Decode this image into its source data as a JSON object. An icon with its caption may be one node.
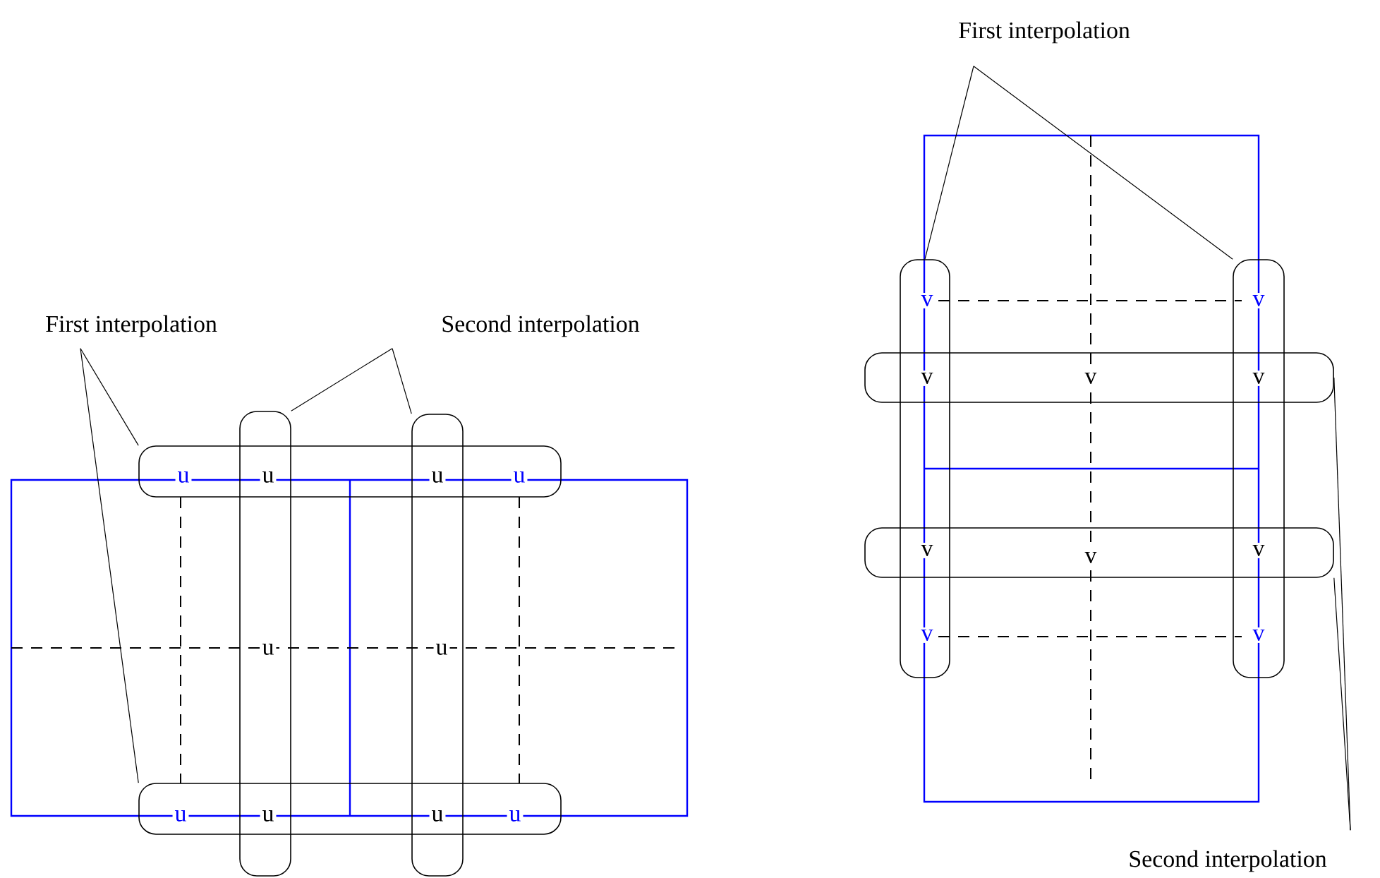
{
  "diagram": {
    "nodes": [
      {
        "text": [
          "First interpolation"
        ]
      },
      {
        "text": [
          "Second interpolation"
        ]
      },
      {
        "text": [],
        "shape": "box"
      },
      {
        "text": [],
        "shape": "box"
      },
      {
        "text": [],
        "shape": "box"
      },
      {
        "text": [],
        "shape": "box"
      },
      {
        "text": [
          "First interpolation"
        ]
      },
      {
        "text": [
          "Second interpolation"
        ]
      },
      {
        "text": [],
        "shape": "box"
      },
      {
        "text": [],
        "shape": "box"
      },
      {
        "text": [],
        "shape": "box"
      },
      {
        "text": [],
        "shape": "box"
      }
    ],
    "edges": [
      {
        "from": 0,
        "to": 2,
        "arrow": "none"
      },
      {
        "from": 0,
        "to": 3,
        "arrow": "none"
      },
      {
        "from": 1,
        "to": 4,
        "arrow": "none"
      },
      {
        "from": 1,
        "to": 5,
        "arrow": "none"
      },
      {
        "from": 6,
        "to": 8,
        "arrow": "none"
      },
      {
        "from": 6,
        "to": 9,
        "arrow": "none"
      },
      {
        "from": 7,
        "to": 11,
        "arrow": "none"
      },
      {
        "from": 7,
        "to": 10,
        "arrow": "none"
      }
    ],
    "labels": [
      "u",
      "u",
      "u",
      "u",
      "u",
      "u",
      "u",
      "u",
      "u",
      "u",
      "v",
      "v",
      "v",
      "v",
      "v",
      "v",
      "v",
      "v",
      "v",
      "v"
    ]
  }
}
